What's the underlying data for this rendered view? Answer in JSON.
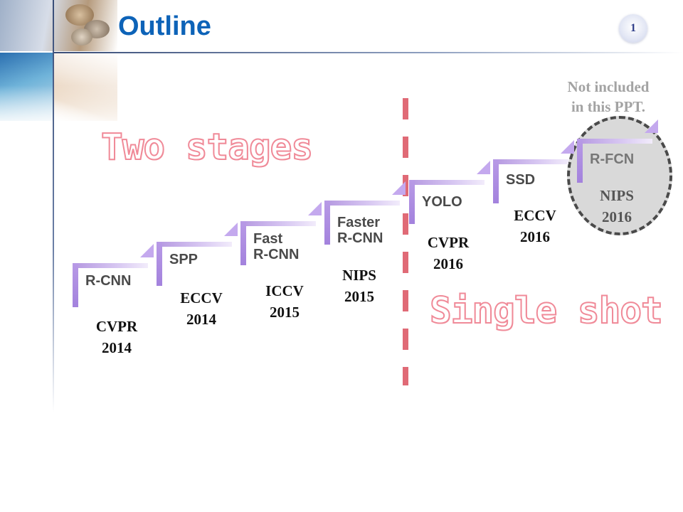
{
  "slide": {
    "title": "Outline",
    "page_number": "1"
  },
  "labels": {
    "two_stages": "Two stages",
    "single_shot": "Single shot"
  },
  "note": {
    "line1": "Not included",
    "line2": "in this PPT."
  },
  "timeline": [
    {
      "name": "R-CNN",
      "venue": "CVPR",
      "year": "2014"
    },
    {
      "name": "SPP",
      "venue": "ECCV",
      "year": "2014"
    },
    {
      "name": "Fast\nR-CNN",
      "venue": "ICCV",
      "year": "2015"
    },
    {
      "name": "Faster\nR-CNN",
      "venue": "NIPS",
      "year": "2015"
    },
    {
      "name": "YOLO",
      "venue": "CVPR",
      "year": "2016"
    },
    {
      "name": "SSD",
      "venue": "ECCV",
      "year": "2016"
    },
    {
      "name": "R-FCN",
      "venue": "NIPS",
      "year": "2016"
    }
  ],
  "colors": {
    "title": "#0d63b8",
    "stage_label_outline": "#f08a98",
    "divider": "#e06a76",
    "step": "#b497e0",
    "note": "#a3a3a3"
  }
}
